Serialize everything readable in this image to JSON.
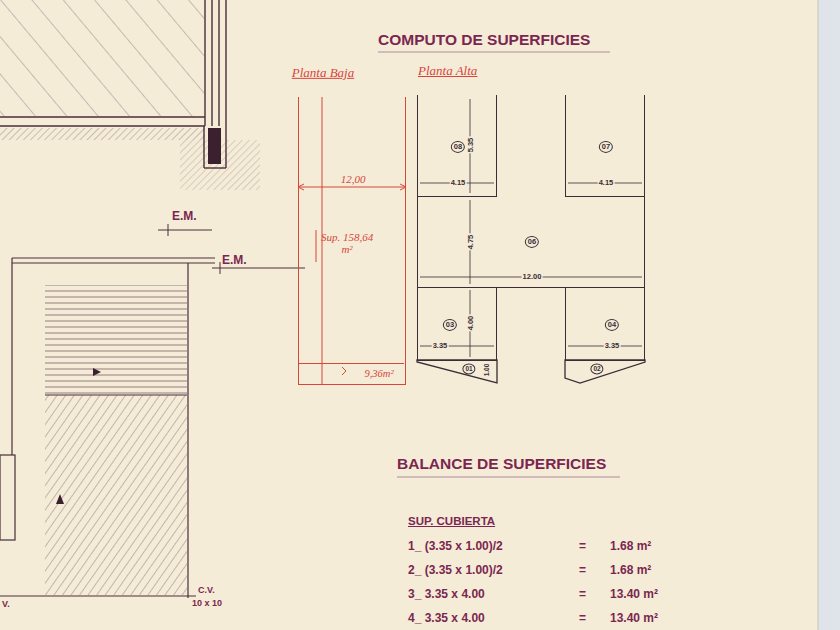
{
  "diagram": {
    "title": "COMPUTO DE SUPERFICIES",
    "nodes": [
      {
        "text": [
          "Planta Baja",
          "12,00",
          "Sup. 158,64 m²"
        ]
      },
      {
        "text": [
          "9,36m²"
        ],
        "in": 0
      },
      {
        "text": [
          "08",
          "5.35",
          "4.15"
        ]
      },
      {
        "text": [
          "07",
          "4.15"
        ]
      },
      {
        "text": [
          "06",
          "4.75",
          "12.00"
        ]
      },
      {
        "text": [
          "03",
          "4.00",
          "3.35"
        ]
      },
      {
        "text": [
          "04",
          "3.35"
        ]
      },
      {
        "text": [
          "01",
          "1.00"
        ]
      },
      {
        "text": [
          "02"
        ]
      }
    ],
    "labels": [
      "Planta Alta",
      "E.M.",
      "E.M.",
      "C.V.",
      "10 x 10",
      "V.",
      "BALANCE DE SUPERFICIES",
      "SUP. CUBIERTA",
      "1_ (3.35 x 1.00)/2",
      "=",
      "1.68 m²",
      "2_ (3.35 x 1.00)/2",
      "=",
      "1.68 m²",
      "3_ 3.35 x 4.00",
      "=",
      "13.40 m²",
      "4_ 3.35 x 4.00",
      "=",
      "13.40 m²"
    ]
  }
}
